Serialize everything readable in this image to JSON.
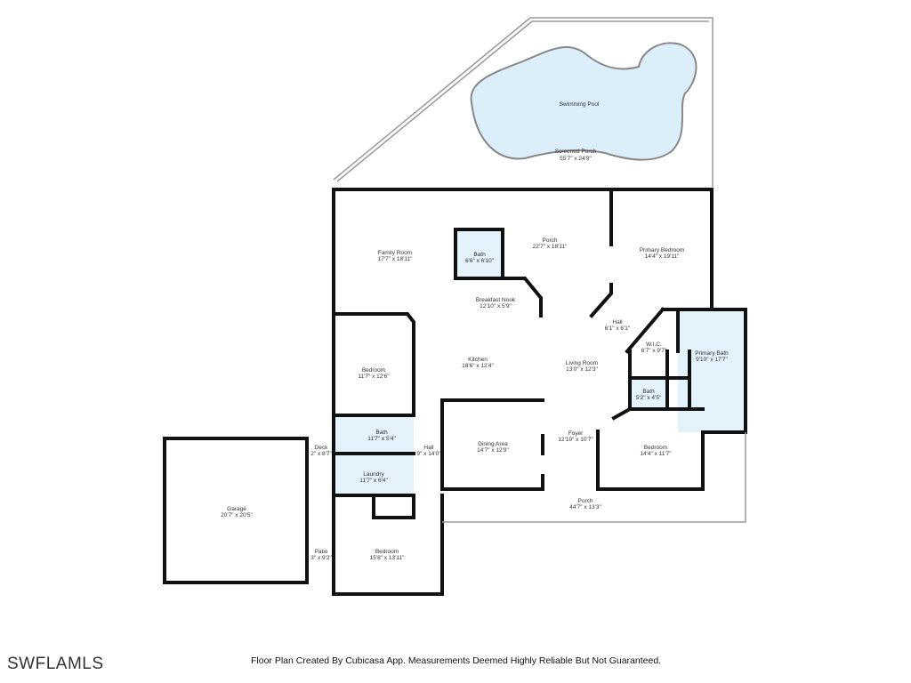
{
  "colors": {
    "wet_room_fill": "#e3f2fb",
    "pool_fill": "#dbeefa",
    "wall": "#111111"
  },
  "rooms": {
    "pool": {
      "name": "Swimming Pool"
    },
    "screened_porch": {
      "name": "Screened Porch",
      "size": "55'7\" x 24'9\""
    },
    "family_room": {
      "name": "Family Room",
      "size": "17'7\" x 18'11\""
    },
    "bath_center": {
      "name": "Bath",
      "size": "6'6\" x 6'10\""
    },
    "porch_rear": {
      "name": "Porch",
      "size": "22'7\" x 18'11\""
    },
    "primary_bedroom": {
      "name": "Primary Bedroom",
      "size": "14'4\" x 19'11\""
    },
    "breakfast_nook": {
      "name": "Breakfast Nook",
      "size": "12'10\" x 5'9\""
    },
    "hall_primary": {
      "name": "Hall",
      "size": "6'1\" x 6'1\""
    },
    "wic": {
      "name": "W.I.C.",
      "size": "6'7\" x 9'7\""
    },
    "primary_bath": {
      "name": "Primary Bath",
      "size": "9'10\" x 17'7\""
    },
    "bedroom_left": {
      "name": "Bedroom",
      "size": "11'7\" x 12'6\""
    },
    "kitchen": {
      "name": "Kitchen",
      "size": "18'6\" x 12'4\""
    },
    "living_room": {
      "name": "Living Room",
      "size": "13'0\" x 12'3\""
    },
    "bath_small": {
      "name": "Bath",
      "size": "5'2\" x 4'5\""
    },
    "bath_left": {
      "name": "Bath",
      "size": "11'7\" x 5'4\""
    },
    "deck": {
      "name": "Deck",
      "size": "2\" x 8'7\""
    },
    "hall_left": {
      "name": "Hall",
      "size": "9\" x 14'0\""
    },
    "dining_area": {
      "name": "Dining Area",
      "size": "14'7\" x 12'9\""
    },
    "foyer": {
      "name": "Foyer",
      "size": "12'10\" x 10'7\""
    },
    "bedroom_right": {
      "name": "Bedroom",
      "size": "14'4\" x 11'7\""
    },
    "laundry": {
      "name": "Laundry",
      "size": "11'7\" x 6'4\""
    },
    "garage": {
      "name": "Garage",
      "size": "20'7\" x 20'5\""
    },
    "porch_front": {
      "name": "Porch",
      "size": "44'7\" x 13'3\""
    },
    "patio": {
      "name": "Patio",
      "size": "3\" x 9'2\""
    },
    "bedroom_bottom": {
      "name": "Bedroom",
      "size": "15'8\" x 13'11\""
    }
  },
  "footer": {
    "logo": "SWFLAMLS",
    "disclaimer": "Floor Plan Created By Cubicasa App. Measurements Deemed Highly Reliable But Not Guaranteed."
  }
}
